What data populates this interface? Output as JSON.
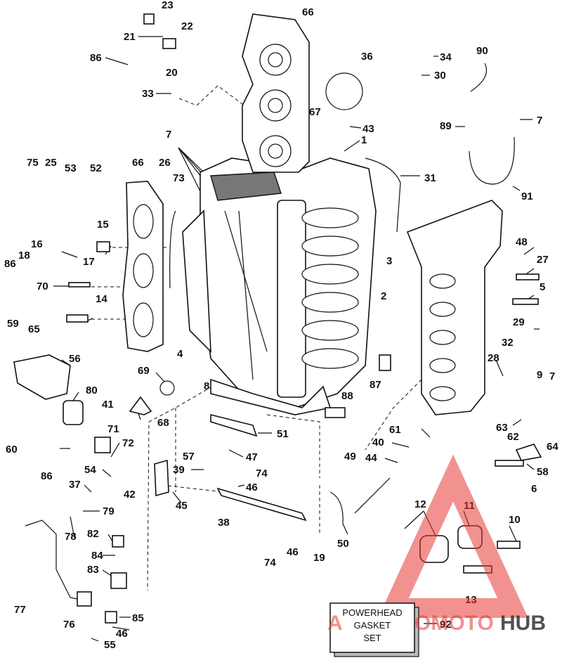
{
  "diagram": {
    "labels": [
      {
        "id": "l23",
        "text": "23"
      },
      {
        "id": "l66a",
        "text": "66"
      },
      {
        "id": "l21",
        "text": "21"
      },
      {
        "id": "l22",
        "text": "22"
      },
      {
        "id": "l86a",
        "text": "86"
      },
      {
        "id": "l20",
        "text": "20"
      },
      {
        "id": "l36",
        "text": "36"
      },
      {
        "id": "l34",
        "text": "34"
      },
      {
        "id": "l90",
        "text": "90"
      },
      {
        "id": "l30",
        "text": "30"
      },
      {
        "id": "l33",
        "text": "33"
      },
      {
        "id": "l67",
        "text": "67"
      },
      {
        "id": "l43",
        "text": "43"
      },
      {
        "id": "l7a",
        "text": "7"
      },
      {
        "id": "l89",
        "text": "89"
      },
      {
        "id": "l7b",
        "text": "7"
      },
      {
        "id": "l1",
        "text": "1"
      },
      {
        "id": "l31",
        "text": "31"
      },
      {
        "id": "l91",
        "text": "91"
      },
      {
        "id": "l75",
        "text": "75"
      },
      {
        "id": "l25",
        "text": "25"
      },
      {
        "id": "l53",
        "text": "53"
      },
      {
        "id": "l52",
        "text": "52"
      },
      {
        "id": "l66b",
        "text": "66"
      },
      {
        "id": "l26",
        "text": "26"
      },
      {
        "id": "l73",
        "text": "73"
      },
      {
        "id": "l15",
        "text": "15"
      },
      {
        "id": "l16",
        "text": "16"
      },
      {
        "id": "l17",
        "text": "17"
      },
      {
        "id": "l18",
        "text": "18"
      },
      {
        "id": "l86b",
        "text": "86"
      },
      {
        "id": "l70",
        "text": "70"
      },
      {
        "id": "l14",
        "text": "14"
      },
      {
        "id": "l3",
        "text": "3"
      },
      {
        "id": "l48",
        "text": "48"
      },
      {
        "id": "l27",
        "text": "27"
      },
      {
        "id": "l2",
        "text": "2"
      },
      {
        "id": "l5",
        "text": "5"
      },
      {
        "id": "l59",
        "text": "59"
      },
      {
        "id": "l65",
        "text": "65"
      },
      {
        "id": "l29",
        "text": "29"
      },
      {
        "id": "l4",
        "text": "4"
      },
      {
        "id": "l56",
        "text": "56"
      },
      {
        "id": "l32",
        "text": "32"
      },
      {
        "id": "l69",
        "text": "69"
      },
      {
        "id": "l28",
        "text": "28"
      },
      {
        "id": "l9",
        "text": "9"
      },
      {
        "id": "l7c",
        "text": "7"
      },
      {
        "id": "l87",
        "text": "87"
      },
      {
        "id": "l8",
        "text": "8"
      },
      {
        "id": "l80",
        "text": "80"
      },
      {
        "id": "l41",
        "text": "41"
      },
      {
        "id": "l68",
        "text": "68"
      },
      {
        "id": "l88",
        "text": "88"
      },
      {
        "id": "l71",
        "text": "71"
      },
      {
        "id": "l51",
        "text": "51"
      },
      {
        "id": "l63",
        "text": "63"
      },
      {
        "id": "l61",
        "text": "61"
      },
      {
        "id": "l62",
        "text": "62"
      },
      {
        "id": "l64",
        "text": "64"
      },
      {
        "id": "l60",
        "text": "60"
      },
      {
        "id": "l72",
        "text": "72"
      },
      {
        "id": "l57",
        "text": "57"
      },
      {
        "id": "l47",
        "text": "47"
      },
      {
        "id": "l40",
        "text": "40"
      },
      {
        "id": "l44",
        "text": "44"
      },
      {
        "id": "l49",
        "text": "49"
      },
      {
        "id": "l58",
        "text": "58"
      },
      {
        "id": "l54",
        "text": "54"
      },
      {
        "id": "l39",
        "text": "39"
      },
      {
        "id": "l74a",
        "text": "74"
      },
      {
        "id": "l86c",
        "text": "86"
      },
      {
        "id": "l42",
        "text": "42"
      },
      {
        "id": "l37",
        "text": "37"
      },
      {
        "id": "l46a",
        "text": "46"
      },
      {
        "id": "l6",
        "text": "6"
      },
      {
        "id": "l45",
        "text": "45"
      },
      {
        "id": "l79",
        "text": "79"
      },
      {
        "id": "l12",
        "text": "12"
      },
      {
        "id": "l11",
        "text": "11"
      },
      {
        "id": "l38",
        "text": "38"
      },
      {
        "id": "l10",
        "text": "10"
      },
      {
        "id": "l50",
        "text": "50"
      },
      {
        "id": "l78",
        "text": "78"
      },
      {
        "id": "l82",
        "text": "82"
      },
      {
        "id": "l46b",
        "text": "46"
      },
      {
        "id": "l19",
        "text": "19"
      },
      {
        "id": "l74b",
        "text": "74"
      },
      {
        "id": "l84",
        "text": "84"
      },
      {
        "id": "l83",
        "text": "83"
      },
      {
        "id": "l13",
        "text": "13"
      },
      {
        "id": "l77",
        "text": "77"
      },
      {
        "id": "l76",
        "text": "76"
      },
      {
        "id": "l85",
        "text": "85"
      },
      {
        "id": "l46c",
        "text": "46"
      },
      {
        "id": "l55",
        "text": "55"
      },
      {
        "id": "l92",
        "text": "92"
      }
    ],
    "gasket_set_box": {
      "line1": "POWERHEAD",
      "line2": "GASKET",
      "line3": "SET"
    }
  },
  "watermark": {
    "text_left": "A",
    "text_mid": "OMOTO",
    "text_right": "HUB",
    "colors": {
      "red": "#e53935",
      "dark": "#333333",
      "triangle": "#e53935"
    }
  }
}
